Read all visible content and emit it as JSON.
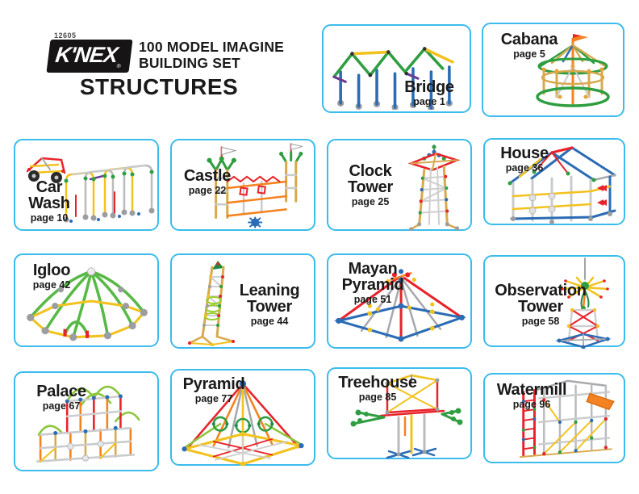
{
  "header": {
    "set_number": "12605",
    "logo_text": "K'NEX",
    "set_title_line1": "100 MODEL IMAGINE",
    "set_title_line2": "BUILDING SET",
    "section_title": "STRUCTURES"
  },
  "colors": {
    "card_border": "#3bbcec",
    "text": "#1a1a1a",
    "logo_background": "#161414"
  },
  "models": [
    {
      "name": "Bridge",
      "page_label": "page 1"
    },
    {
      "name": "Cabana",
      "page_label": "page 5"
    },
    {
      "name": "Car Wash",
      "page_label": "page 10"
    },
    {
      "name": "Castle",
      "page_label": "page 22"
    },
    {
      "name": "Clock Tower",
      "page_label": "page 25"
    },
    {
      "name": "House",
      "page_label": "page 36"
    },
    {
      "name": "Igloo",
      "page_label": "page 42"
    },
    {
      "name": "Leaning Tower",
      "page_label": "page 44"
    },
    {
      "name": "Mayan Pyramid",
      "page_label": "page 51"
    },
    {
      "name": "Observation Tower",
      "page_label": "page 58"
    },
    {
      "name": "Palace",
      "page_label": "page 67"
    },
    {
      "name": "Pyramid",
      "page_label": "page 77"
    },
    {
      "name": "Treehouse",
      "page_label": "page 85"
    },
    {
      "name": "Watermill",
      "page_label": "page 96"
    }
  ]
}
